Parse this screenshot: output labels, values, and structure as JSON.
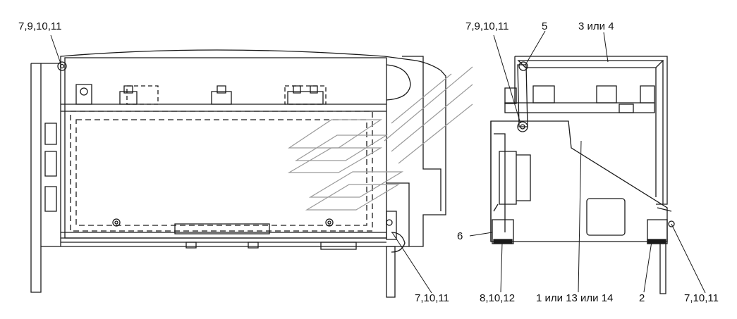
{
  "callouts": {
    "left_top": "7,9,10,11",
    "left_bottom": "7,10,11",
    "right_top_a": "7,9,10,11",
    "right_top_b": "5",
    "right_top_c": "3 или 4",
    "right_side_6": "6",
    "right_bottom_a": "8,10,12",
    "right_bottom_b": "1 или 13 или 14",
    "right_bottom_c": "2",
    "right_bottom_d": "7,10,11"
  },
  "colors": {
    "line": "#1a1a1a",
    "watermark": "#9a9a9a",
    "background": "#ffffff"
  }
}
